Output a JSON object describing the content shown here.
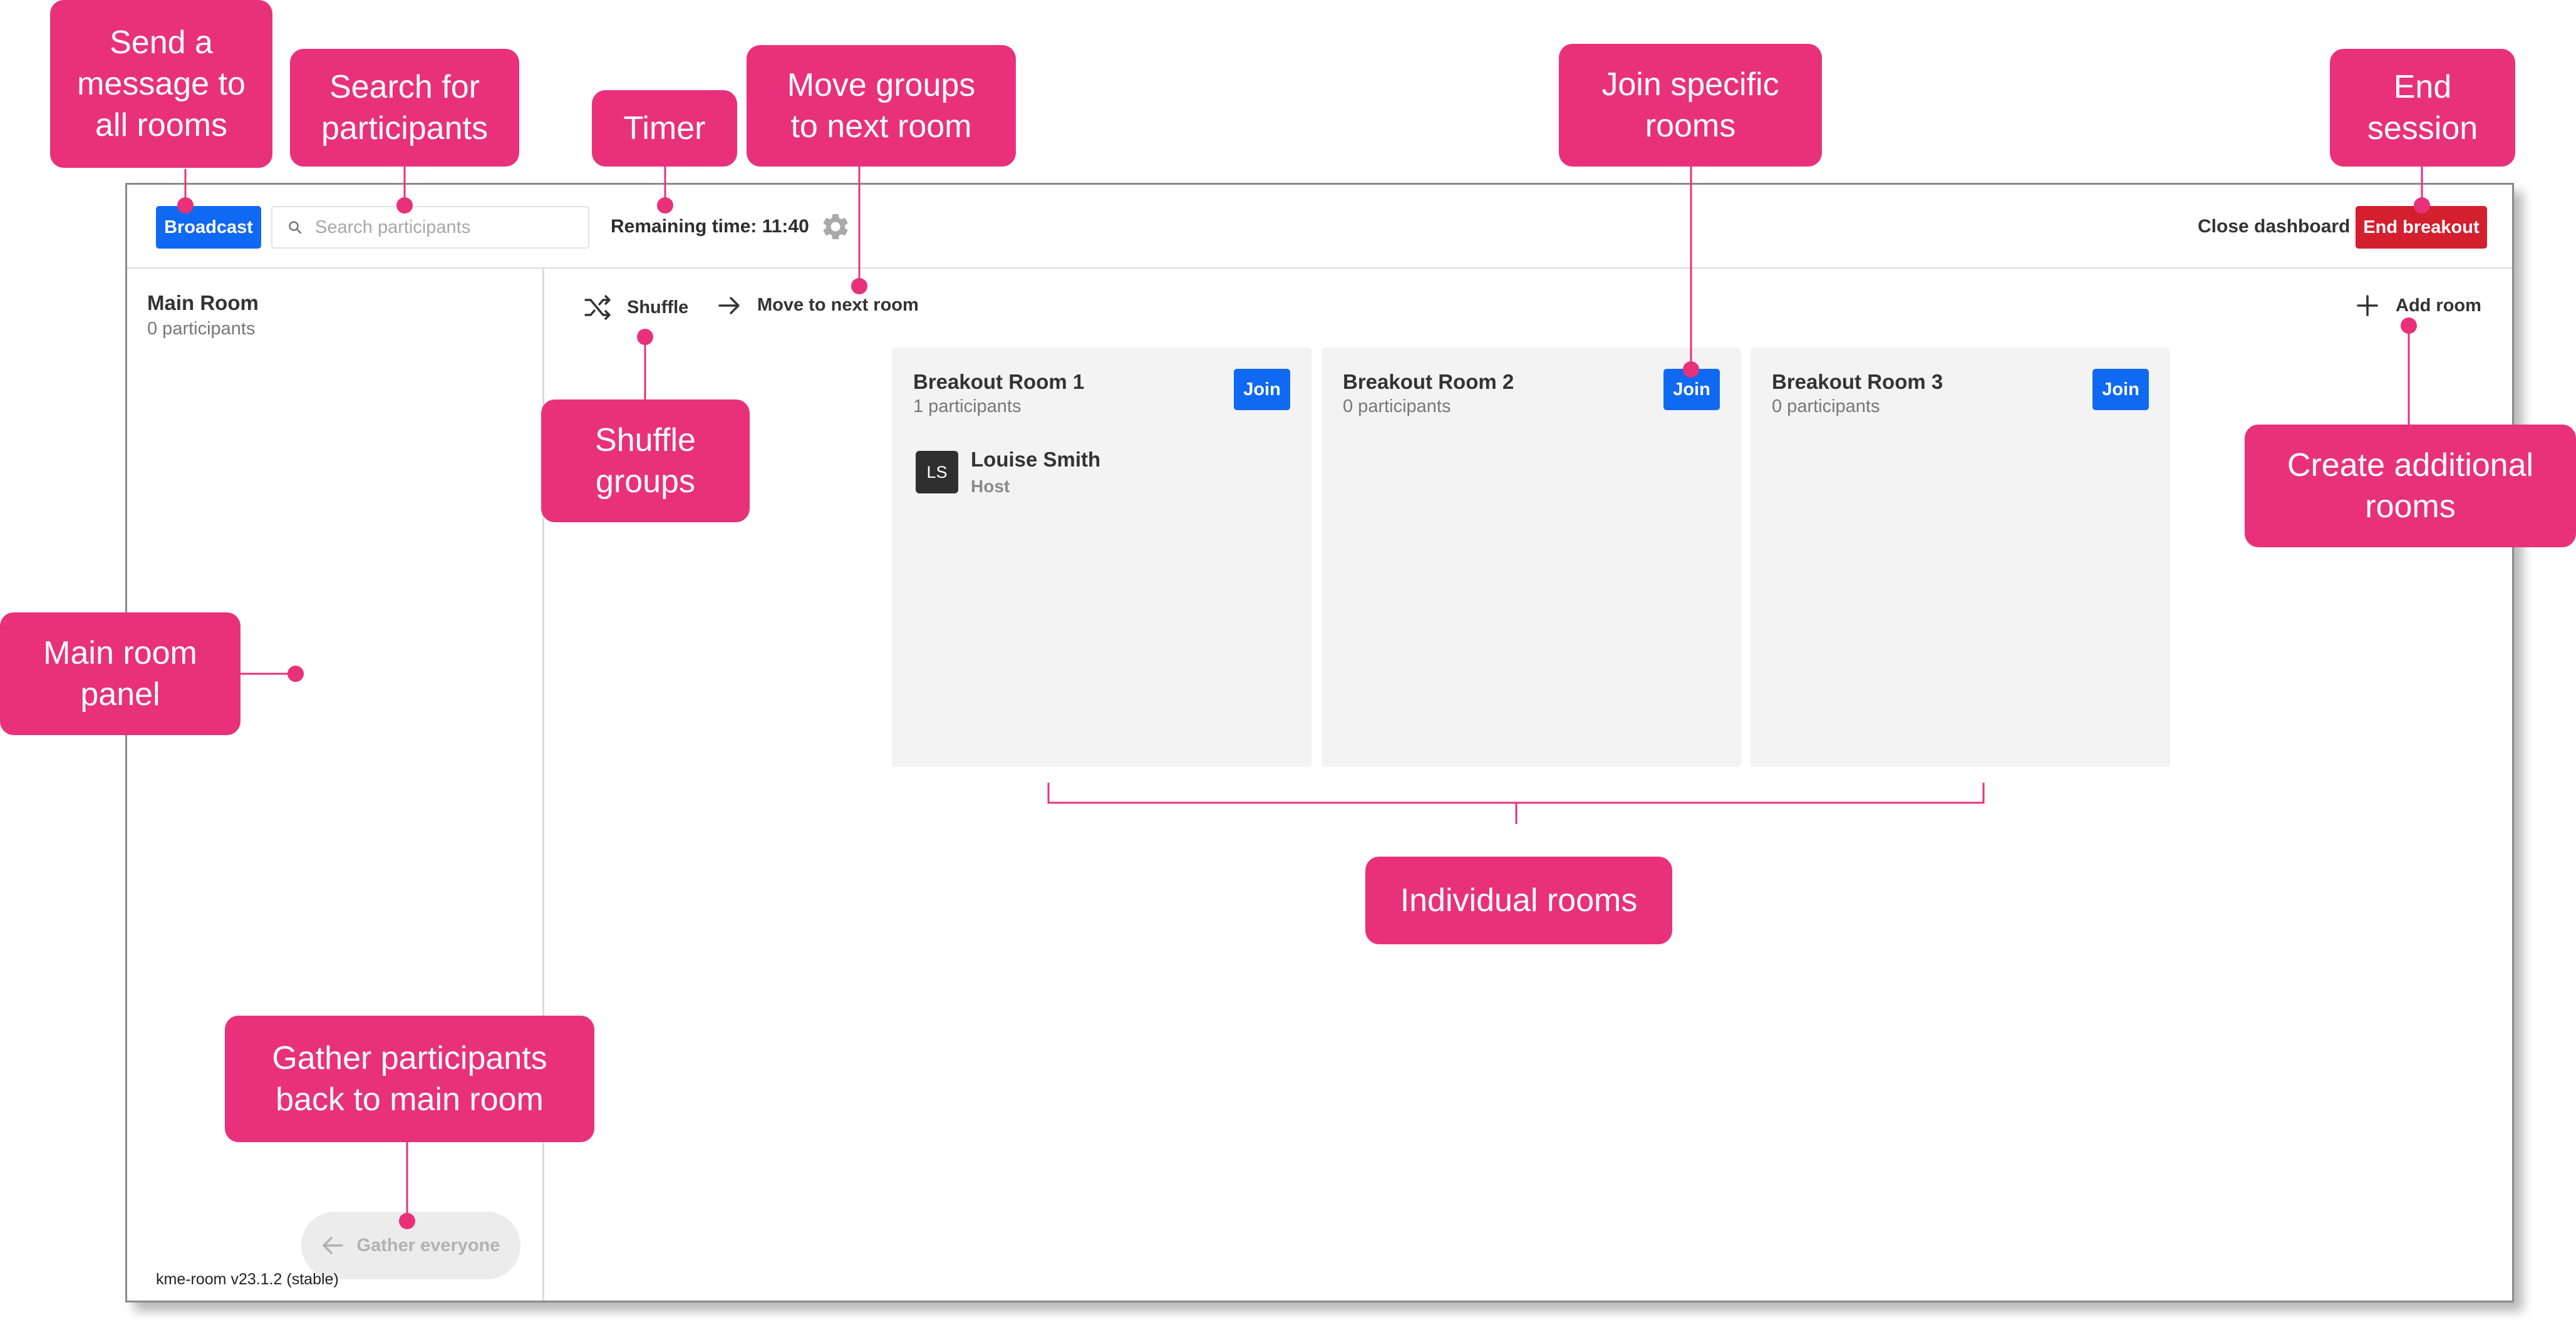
{
  "toolbar": {
    "broadcast_label": "Broadcast",
    "search_placeholder": "Search participants",
    "timer_label": "Remaining time: 11:40",
    "settings_icon": "gear-icon",
    "close_dashboard_label": "Close dashboard",
    "end_breakout_label": "End breakout"
  },
  "main_room": {
    "name": "Main Room",
    "participants": "0 participants",
    "gather_label": "Gather everyone",
    "version": "kme-room v23.1.2 (stable)"
  },
  "actions": {
    "shuffle_label": "Shuffle",
    "move_next_label": "Move to next room",
    "add_room_label": "Add room"
  },
  "rooms": [
    {
      "name": "Breakout Room 1",
      "participants": "1 participants",
      "join_label": "Join",
      "members": [
        {
          "initials": "LS",
          "name": "Louise Smith",
          "role": "Host"
        }
      ]
    },
    {
      "name": "Breakout Room 2",
      "participants": "0 participants",
      "join_label": "Join",
      "members": []
    },
    {
      "name": "Breakout Room 3",
      "participants": "0 participants",
      "join_label": "Join",
      "members": []
    }
  ],
  "annotations": {
    "broadcast": "Send a\nmessage to\nall rooms",
    "search": "Search for\nparticipants",
    "timer": "Timer",
    "move_groups": "Move groups\nto next room",
    "join_rooms": "Join specific\nrooms",
    "end_session": "End\nsession",
    "shuffle": "Shuffle\ngroups",
    "create_rooms": "Create additional\nrooms",
    "main_room_panel": "Main room\npanel",
    "individual_rooms": "Individual rooms",
    "gather": "Gather participants\nback to main room"
  },
  "colors": {
    "primary": "#1069f2",
    "danger": "#d41f2e",
    "annotation": "#e8317a",
    "card_bg": "#f3f3f3"
  }
}
